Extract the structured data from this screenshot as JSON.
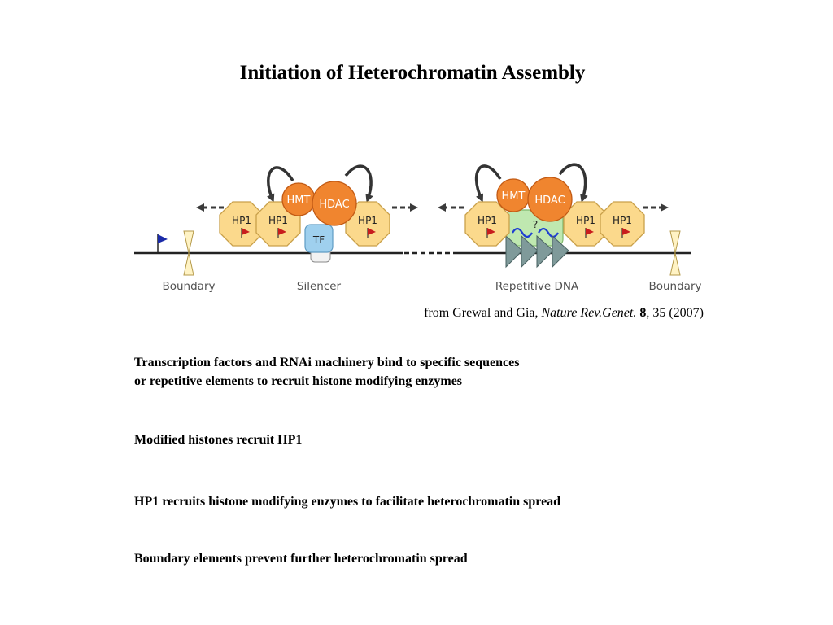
{
  "title": "Initiation of Heterochromatin Assembly",
  "diagram": {
    "labels": {
      "boundary_left": "Boundary",
      "silencer": "Silencer",
      "repetitive_dna": "Repetitive DNA",
      "boundary_right": "Boundary"
    },
    "proteins": {
      "hp1": "HP1",
      "hmt": "HMT",
      "hdac": "HDAC",
      "tf": "TF",
      "unknown": "?"
    },
    "colors": {
      "hp1_fill": "#fbd98c",
      "hp1_stroke": "#c9a04a",
      "enzyme_fill": "#f0852f",
      "enzyme_stroke": "#c25a14",
      "tf_fill": "#9fd0ee",
      "rnai_fill": "#bfe8b0",
      "flag_red": "#c81d1d",
      "flag_blue": "#1a2aa8",
      "rna_wave": "#1f3fd1",
      "arrow": "#3a3a3a"
    }
  },
  "citation": {
    "prefix": "from Grewal and Gia, ",
    "journal": "Nature Rev.Genet.",
    "volume": "8",
    "suffix": ", 35 (2007)"
  },
  "points": [
    {
      "line1": "Transcription factors and RNAi machinery bind to specific sequences",
      "line2": "or repetitive elements to recruit histone modifying enzymes"
    },
    {
      "line1": "Modified histones recruit HP1"
    },
    {
      "line1": "HP1 recruits histone modifying enzymes to facilitate heterochromatin spread"
    },
    {
      "line1": "Boundary elements prevent further heterochromatin spread"
    }
  ]
}
